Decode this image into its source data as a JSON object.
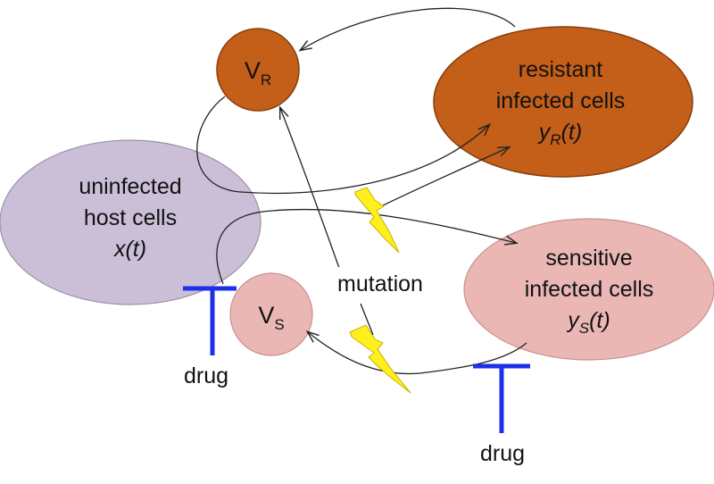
{
  "colors": {
    "resistant_fill": "#c45f1a",
    "resistant_stroke": "#8a3c0a",
    "uninfected_fill": "#cbbfd8",
    "sensitive_fill": "#eab7b5",
    "drug_color": "#1d2fe8",
    "lightning_fill": "#ffef1f",
    "lightning_stroke": "#c9b400"
  },
  "nodes": {
    "vr": {
      "label": "V",
      "sub": "R"
    },
    "vs": {
      "label": "V",
      "sub": "S"
    },
    "resistant": {
      "line1": "resistant",
      "line2": "infected cells",
      "var": "y",
      "var_sub": "R",
      "var_suffix": "(t)"
    },
    "uninfected": {
      "line1": "uninfected",
      "line2": "host cells",
      "var": "x(t)"
    },
    "sensitive": {
      "line1": "sensitive",
      "line2": "infected cells",
      "var": "y",
      "var_sub": "S",
      "var_suffix": "(t)"
    }
  },
  "labels": {
    "mutation": "mutation",
    "drug_left": "drug",
    "drug_bottom": "drug"
  }
}
